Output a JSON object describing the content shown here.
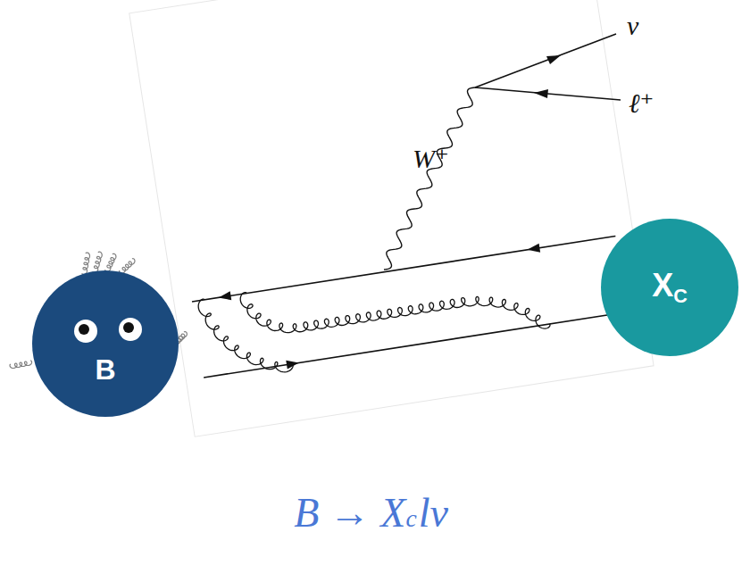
{
  "diagram": {
    "nodes": [
      {
        "text": [
          "B"
        ]
      },
      {
        "text": [
          "X",
          "C"
        ]
      }
    ],
    "labels": [
      "W⁺",
      "ν",
      "ℓ⁺",
      "B → X",
      "c",
      "lν"
    ]
  }
}
